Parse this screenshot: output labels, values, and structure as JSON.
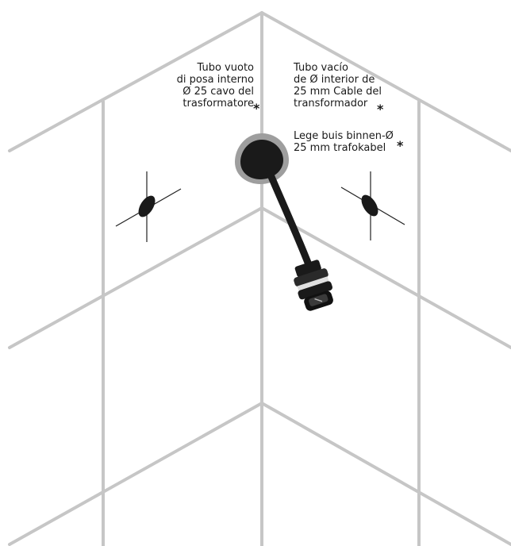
{
  "colors": {
    "tile_line": "#c6c6c6",
    "mark_line": "#222222",
    "conduit_outer": "#9e9e9e",
    "conduit_inner": "#1a1a1a",
    "cable": "#1a1a1a"
  },
  "labels": {
    "italian": {
      "line1": "Tubo vuoto",
      "line2": "di posa interno",
      "line3": "Ø 25 cavo del",
      "line4": "trasformatore",
      "asterisk": "*"
    },
    "spanish": {
      "line1": "Tubo vacío",
      "line2": "de Ø interior de",
      "line3": "25 mm Cable del",
      "line4": "transformador",
      "asterisk": "*"
    },
    "dutch": {
      "line1": "Lege buis binnen-Ø",
      "line2": "25 mm trafokabel",
      "asterisk": "*"
    }
  }
}
